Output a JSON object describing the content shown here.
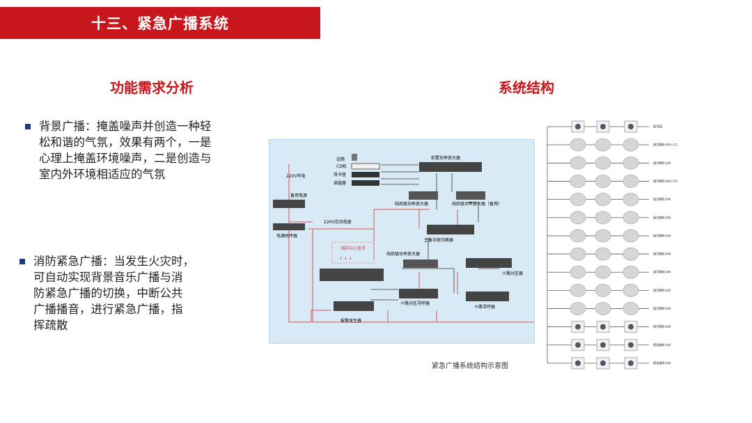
{
  "header": {
    "title": "十三、紧急广播系统"
  },
  "left": {
    "heading": "功能需求分析",
    "bullets": [
      {
        "text": "背景广播：掩盖噪声并创造一种轻\n松和谐的气氛，效果有两个，一是\n心理上掩盖环境噪声，二是创造与\n室内外环境相适应的气氛"
      },
      {
        "text": "消防紧急广播：当发生火灾时，\n可自动实现背景音乐广播与消\n防紧急广播的切换，中断公共\n广播播音，进行紧急广播，指\n挥疏散"
      }
    ]
  },
  "right": {
    "heading": "系统结构",
    "caption": "紧急广播系统结构示意图",
    "diagram": {
      "sources": [
        "话筒",
        "CD机",
        "双卡座",
        "调谐器"
      ],
      "labels": {
        "preamp": "前置功率放大器",
        "amp_main": "纯后级功率放大器",
        "amp_backup": "纯后级功率放大器（备用）",
        "switcher": "主备功放切换器",
        "mains_220": "220V市电",
        "backup_power": "备用电源",
        "power_sequencer": "电源时序器",
        "ac_220": "220V交流电源",
        "fire_signal": "消防中心信号",
        "alarm_generator": "报警发生器",
        "amp_emergency": "纯后级功率放大器",
        "zone_selector_10": "十路分区器",
        "zone_paging_10": "十路分区寻呼器",
        "paging_10": "十路寻呼器"
      }
    },
    "zone_labels": [
      "屋顶层",
      "吸顶喇叭4W×12",
      "吸顶喇叭4W",
      "吸顶喇叭4W×10",
      "吸顶喇叭4W",
      "吸顶喇叭4W",
      "吸顶喇叭4W",
      "吸顶喇叭4W",
      "吸顶喇叭4W",
      "吸顶喇叭4W",
      "吸顶喇叭4W",
      "吸顶喇叭4W",
      "壁挂喇叭4W",
      "壁挂喇叭4W"
    ]
  }
}
